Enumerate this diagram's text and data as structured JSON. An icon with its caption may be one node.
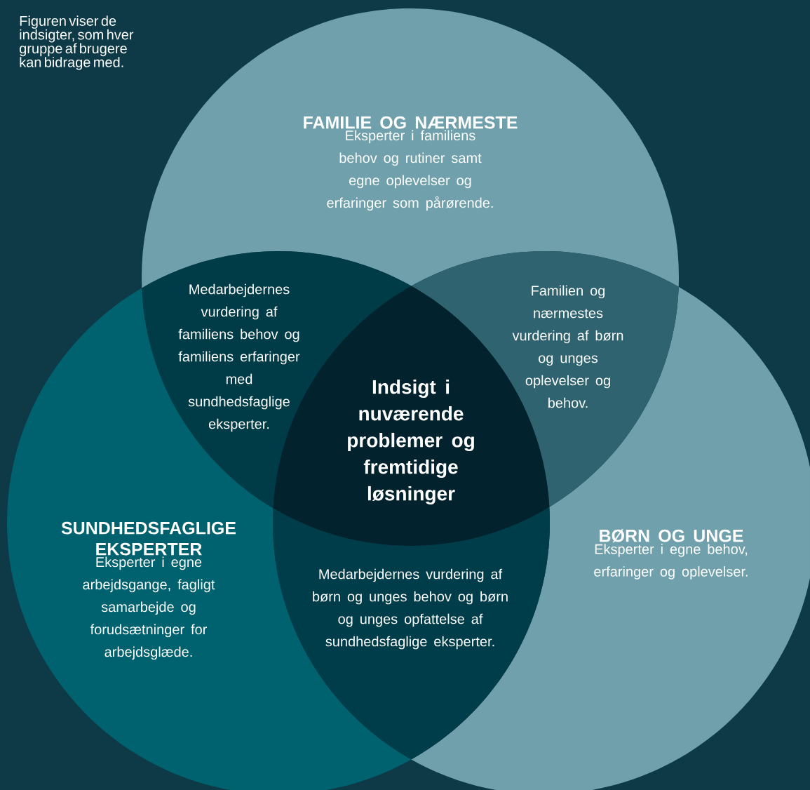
{
  "diagram": {
    "nodes": [
      {
        "text": [
          "FAMILIE OG NÆRMESTE",
          "Eksperter i familiens behov og rutiner samt egne oplevelser og erfaringer som pårørende."
        ]
      },
      {
        "text": [
          "SUNDHEDSFAGLIGE EKSPERTER",
          "Eksperter i egne arbejdsgange, fagligt samarbejde og forudsætninger for arbejdsglæde."
        ]
      },
      {
        "text": [
          "BØRN OG UNGE",
          "Eksperter i egne behov, erfaringer og oplevelser."
        ]
      },
      {
        "text": [
          "Medarbejdernes vurdering af familiens behov og familiens erfaringer med sundhedsfaglige eksperter."
        ]
      },
      {
        "text": [
          "Familien og nærmestes vurdering af børn og unges oplevelser og behov."
        ]
      },
      {
        "text": [
          "Indsigt i nuværende problemer og fremtidige løsninger"
        ]
      },
      {
        "text": [
          "Medarbejdernes vurdering af børn og unges behov og børn og unges opfattelse af sundhedsfaglige eksperter."
        ]
      }
    ],
    "edges": [],
    "labels": [
      "Figuren viser de indsigter, som hver gruppe af brugere kan bidrage med."
    ]
  }
}
